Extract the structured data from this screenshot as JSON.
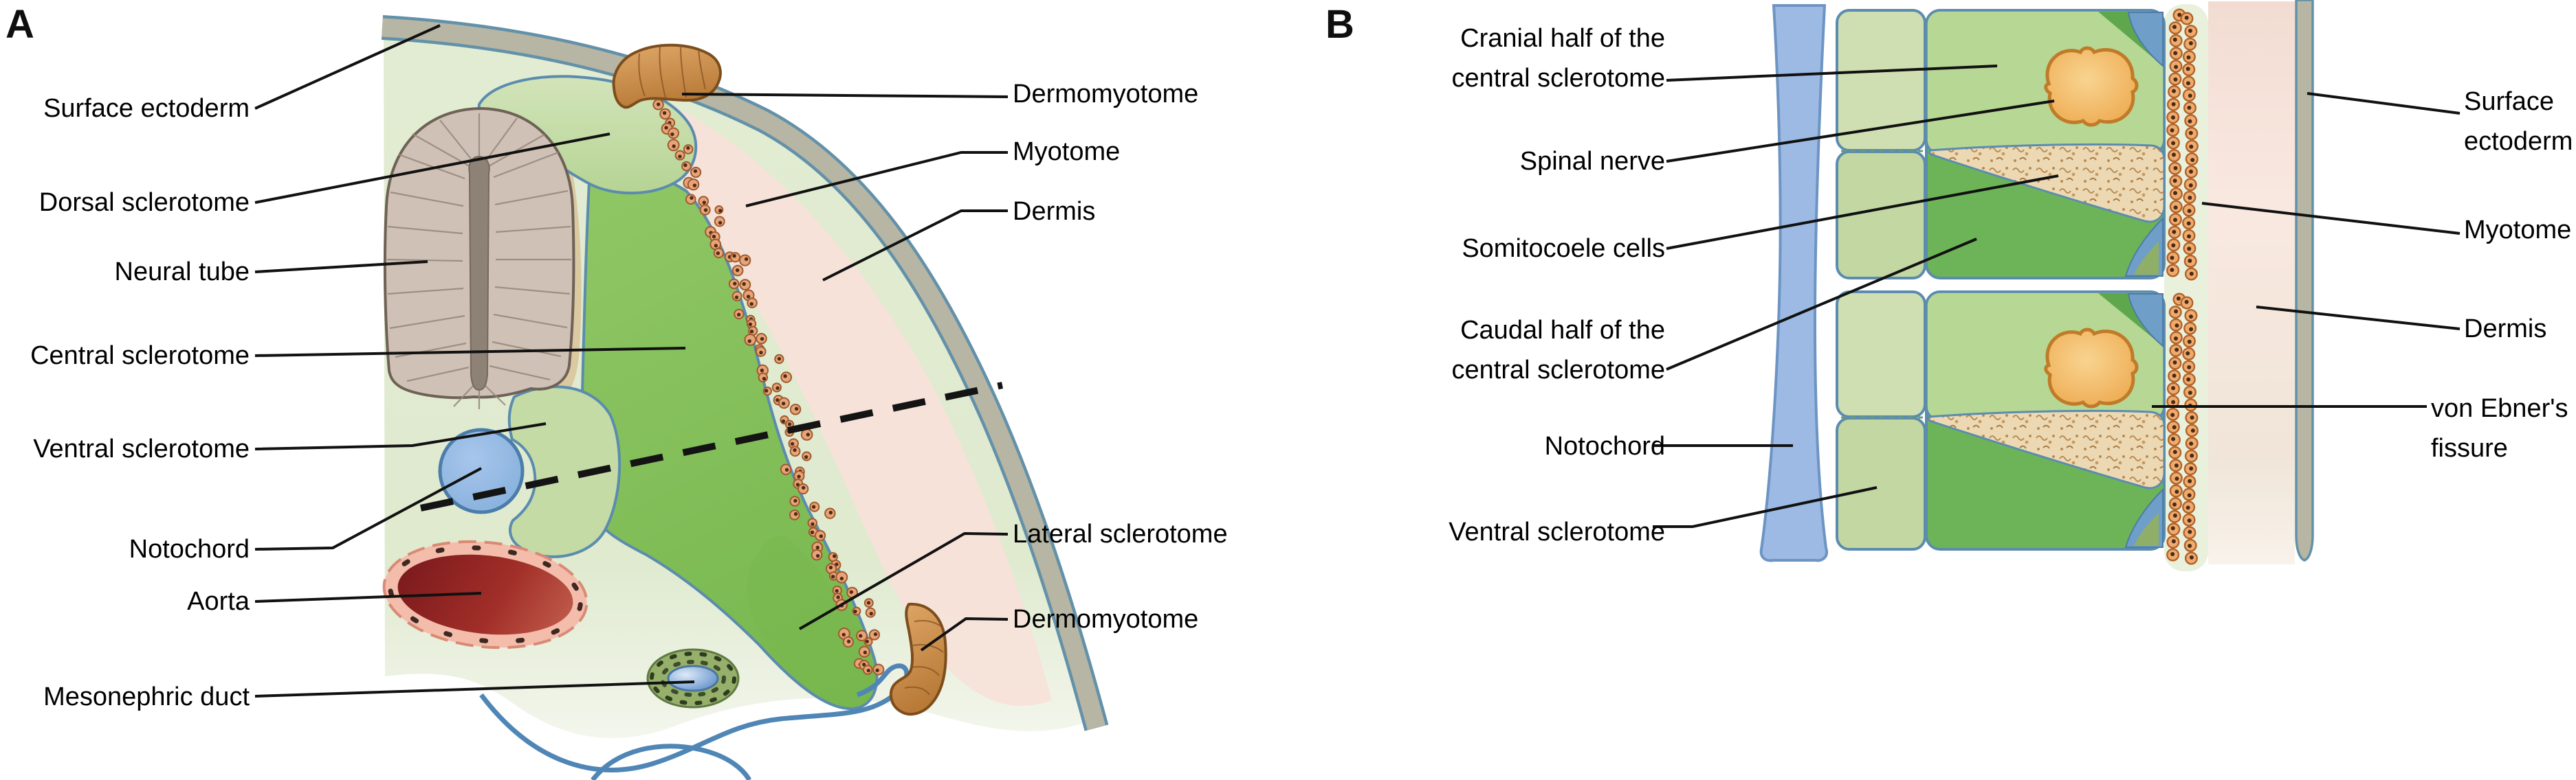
{
  "figure": {
    "panels": [
      {
        "letter": "A",
        "labels_left": [
          {
            "text": "Surface ectoderm"
          },
          {
            "text": "Dorsal sclerotome"
          },
          {
            "text": "Neural tube"
          },
          {
            "text": "Central sclerotome"
          },
          {
            "text": "Ventral sclerotome"
          },
          {
            "text": "Notochord"
          },
          {
            "text": "Aorta"
          },
          {
            "text": "Mesonephric duct"
          }
        ],
        "labels_right": [
          {
            "text": "Dermomyotome"
          },
          {
            "text": "Myotome"
          },
          {
            "text": "Dermis"
          },
          {
            "text": "Lateral sclerotome"
          },
          {
            "text": "Dermomyotome"
          }
        ]
      },
      {
        "letter": "B",
        "labels_left": [
          {
            "text": "Cranial half of the\ncentral sclerotome"
          },
          {
            "text": "Spinal nerve"
          },
          {
            "text": "Somitocoele cells"
          },
          {
            "text": "Caudal half of the\ncentral sclerotome"
          },
          {
            "text": "Notochord"
          },
          {
            "text": "Ventral sclerotome"
          }
        ],
        "labels_right": [
          {
            "text": "Surface\nectoderm"
          },
          {
            "text": "Myotome"
          },
          {
            "text": "Dermis"
          },
          {
            "text": "von Ebner's\nfissure"
          }
        ]
      }
    ]
  },
  "colors": {
    "pale_body_green": "#dfeacf",
    "central_sclerotome_green": "#86bf5a",
    "caudal_half_green": "#6db458",
    "cranial_half_green": "#b7d795",
    "ventral_column_green": "#c9dcab",
    "notochord_blue": "#9cbae3",
    "wedge_blue": "#6f9fc8",
    "dermis_pink": "#f7e2d9",
    "ectoderm_gray": "#b7b5a3",
    "ectoderm_edge_blue": "#6391a9",
    "neural_tube_tan": "#cfc1b5",
    "dermomyotome_brown": "#c98a49",
    "myotome_cell_orange": "#e7a478",
    "somitocoele_tan": "#ecd9b4",
    "spinal_nerve_orange": "#efa94b",
    "aorta_red": "#8c2025",
    "leader_black": "#111111"
  }
}
